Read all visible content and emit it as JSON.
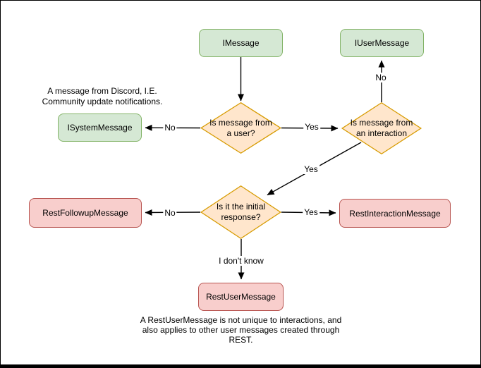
{
  "diagram": {
    "nodes": {
      "imessage": "IMessage",
      "iusermessage": "IUserMessage",
      "isystemmessage": "ISystemMessage",
      "is_from_user": "Is message from a user?",
      "is_from_interaction": "Is message from an interaction",
      "is_initial_response": "Is it the initial response?",
      "restfollowupmessage": "RestFollowupMessage",
      "restinteractionmessage": "RestInteractionMessage",
      "restusermessage": "RestUserMessage"
    },
    "edge_labels": {
      "user_no": "No",
      "user_yes": "Yes",
      "interaction_no": "No",
      "interaction_yes": "Yes",
      "initial_no": "No",
      "initial_yes": "Yes",
      "initial_unknown": "I don't know"
    },
    "annotations": {
      "system_note": "A message from Discord, I.E. Community update notifications.",
      "rest_user_note": "A RestUserMessage is not unique to interactions, and also applies to other user messages created through REST."
    },
    "colors": {
      "interface_fill": "#d5e8d4",
      "interface_border": "#82b366",
      "decision_fill": "#ffe6cc",
      "decision_border": "#d79b00",
      "rest_fill": "#f8cecc",
      "rest_border": "#b85450",
      "edge_stroke": "#000000"
    }
  }
}
